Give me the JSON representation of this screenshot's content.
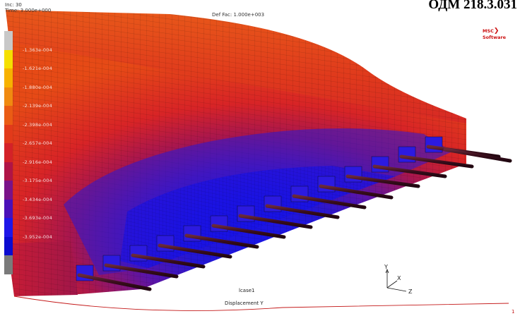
{
  "header": {
    "increment_label": "Inc:",
    "increment_value": "30",
    "time_label": "Time:",
    "time_value": "3.000e+000",
    "def_fac": "Def Fac: 1.000e+003"
  },
  "document_id": "ОДМ 218.3.031",
  "brand": {
    "name": "MSC",
    "suffix": "Software",
    "color": "#cc1111"
  },
  "legend": {
    "colors": [
      "#c8c8c8",
      "#f5e000",
      "#f7b200",
      "#f08a10",
      "#ea5c14",
      "#e23a1a",
      "#d42228",
      "#b01446",
      "#7a1288",
      "#4a10b8",
      "#1e16e8",
      "#0b0bd0",
      "#7a7a7a"
    ],
    "tick_labels": [
      "-1.363e-004",
      "-1.621e-004",
      "-1.880e-004",
      "-2.139e-004",
      "-2.398e-004",
      "-2.657e-004",
      "-2.916e-004",
      "-3.175e-004",
      "-3.434e-004",
      "-3.693e-004",
      "-3.952e-004"
    ]
  },
  "footer": {
    "load_case": "lcase1",
    "result": "Displacement Y"
  },
  "triad": {
    "y": "Y",
    "z": "Z",
    "x": "X"
  },
  "corner_mark": "1"
}
